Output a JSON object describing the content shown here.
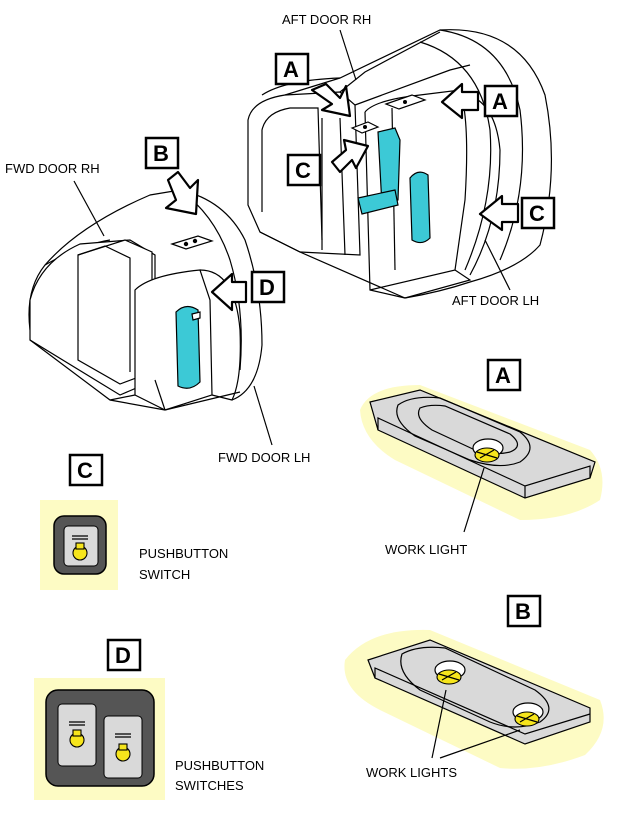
{
  "labels": {
    "aft_door_rh": "AFT DOOR RH",
    "fwd_door_rh": "FWD DOOR RH",
    "aft_door_lh": "AFT DOOR LH",
    "fwd_door_lh": "FWD DOOR LH",
    "work_light": "WORK LIGHT",
    "work_lights": "WORK LIGHTS",
    "pushbutton_switch_1": "PUSHBUTTON",
    "pushbutton_switch_2": "SWITCH",
    "pushbutton_switches_1": "PUSHBUTTON",
    "pushbutton_switches_2": "SWITCHES"
  },
  "callouts": {
    "a": "A",
    "b": "B",
    "c": "C",
    "d": "D"
  },
  "colors": {
    "seat": "#3cc9d6",
    "glow": "#fdfbc4",
    "bulb": "#f6e51c",
    "panel": "#d9d9d9"
  }
}
